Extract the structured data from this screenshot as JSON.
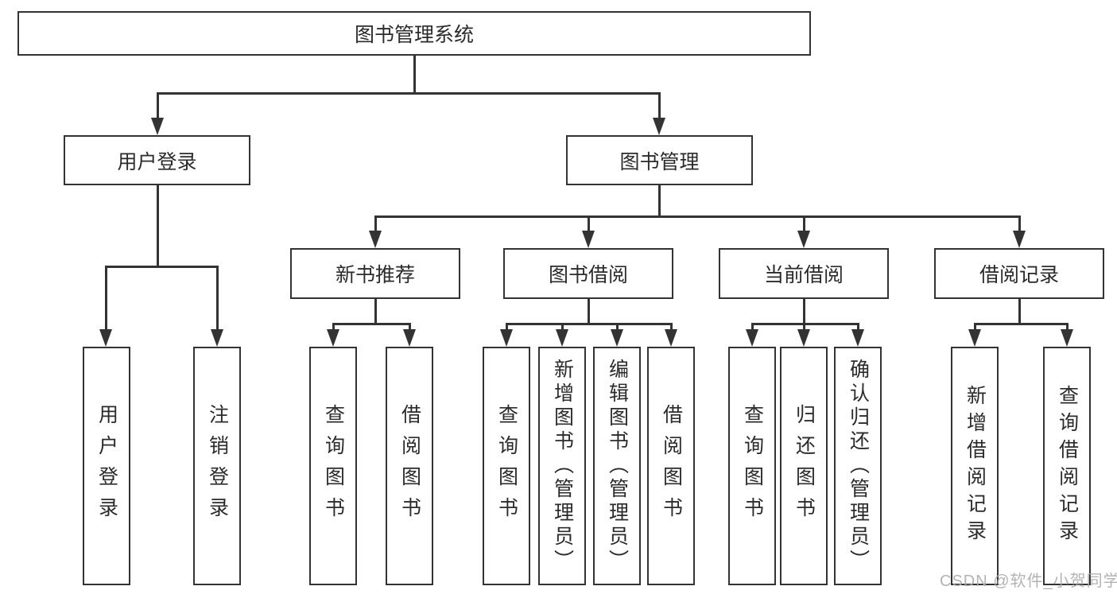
{
  "colors": {
    "line": "#333333",
    "text": "#2b2b2b",
    "watermark": "#ababab",
    "background": "#ffffff"
  },
  "tree": {
    "root": "图书管理系统",
    "branches": [
      {
        "label": "用户登录",
        "children": [
          {
            "label": "用户登录"
          },
          {
            "label": "注销登录"
          }
        ]
      },
      {
        "label": "图书管理",
        "groups": [
          {
            "label": "新书推荐",
            "children": [
              {
                "label": "查询图书"
              },
              {
                "label": "借阅图书"
              }
            ]
          },
          {
            "label": "图书借阅",
            "children": [
              {
                "label": "查询图书"
              },
              {
                "label": "新增图书（管理员）"
              },
              {
                "label": "编辑图书（管理员）"
              },
              {
                "label": "借阅图书"
              }
            ]
          },
          {
            "label": "当前借阅",
            "children": [
              {
                "label": "查询图书"
              },
              {
                "label": "归还图书"
              },
              {
                "label": "确认归还（管理员）"
              }
            ]
          },
          {
            "label": "借阅记录",
            "children": [
              {
                "label": "新增借阅记录"
              },
              {
                "label": "查询借阅记录"
              }
            ]
          }
        ]
      }
    ]
  },
  "watermark": {
    "text": "CSDN @软件_小贺同学"
  }
}
